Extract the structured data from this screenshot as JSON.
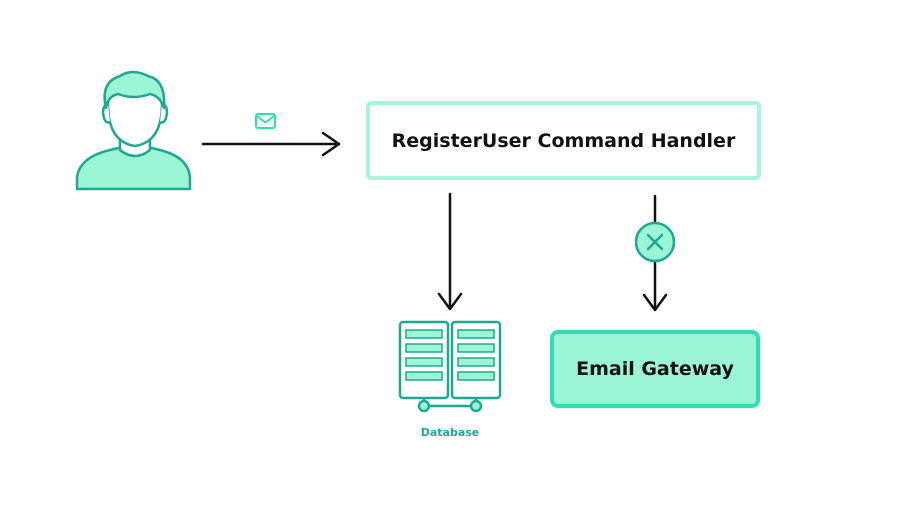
{
  "diagram": {
    "handler": {
      "label": "RegisterUser Command Handler"
    },
    "gateway": {
      "label": "Email Gateway"
    },
    "database": {
      "label": "Database"
    }
  },
  "icons": {
    "user": "user-icon",
    "message": "envelope-icon",
    "database": "server-rack-icon",
    "failure": "close-circle-icon"
  },
  "colors": {
    "accent_fill": "#9cf5d4",
    "accent_border": "#2ee0b0",
    "teal_stroke": "#1ea890",
    "light_border": "#a8f5db",
    "arrow": "#111111",
    "text": "#111111"
  }
}
